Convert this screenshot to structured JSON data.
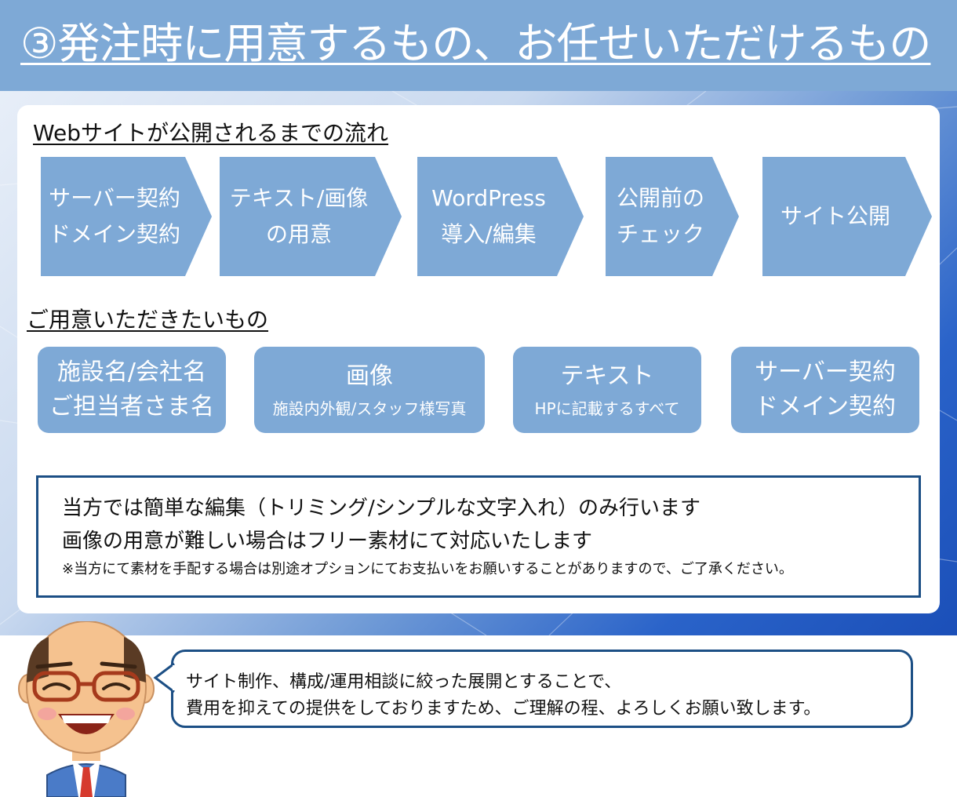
{
  "header": {
    "title": "③発注時に用意するもの、お任せいただけるもの"
  },
  "flow": {
    "title": "Webサイトが公開されるまでの流れ",
    "steps": [
      {
        "line1": "サーバー契約",
        "line2": "ドメイン契約"
      },
      {
        "line1": "テキスト/画像",
        "line2": "の用意"
      },
      {
        "line1": "WordPress",
        "line2": "導入/編集"
      },
      {
        "line1": "公開前の",
        "line2": "チェック"
      },
      {
        "line1": "サイト公開",
        "line2": ""
      }
    ]
  },
  "prepare": {
    "title": "ご用意いただきたいもの",
    "items": [
      {
        "line1": "施設名/会社名",
        "line2": "ご担当者さま名"
      },
      {
        "main": "画像",
        "sub": "施設内外観/スタッフ様写真"
      },
      {
        "main": "テキスト",
        "sub": "HPに記載するすべて"
      },
      {
        "line1": "サーバー契約",
        "line2": "ドメイン契約"
      }
    ]
  },
  "notice": {
    "line1": "当方では簡単な編集（トリミング/シンプルな文字入れ）のみ行います",
    "line2": "画像の用意が難しい場合はフリー素材にて対応いたします",
    "note": "※当方にて素材を手配する場合は別途オプションにてお支払いをお願いすることがありますので、ご了承ください。"
  },
  "bubble": {
    "line1": "サイト制作、構成/運用相談に絞った展開とすることで、",
    "line2": "費用を抑えての提供をしておりますため、ご理解の程、よろしくお願い致します。"
  },
  "colors": {
    "header": "#7ea9d6",
    "box": "#7ea9d6",
    "border": "#1c4f85"
  }
}
